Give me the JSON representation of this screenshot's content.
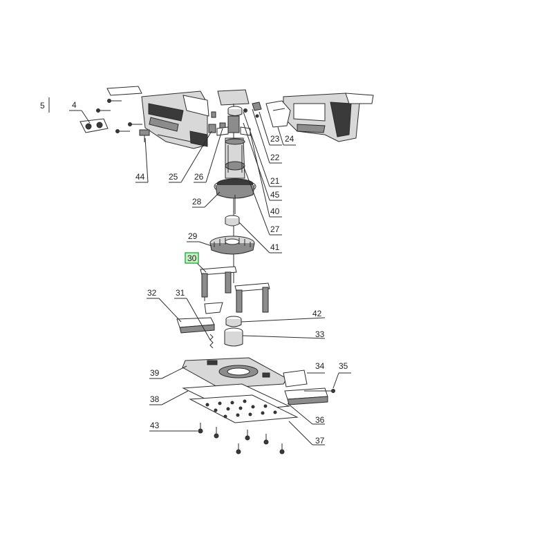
{
  "diagram": {
    "highlight_color": "#2db34a",
    "highlight_fill": "#c9f0c2",
    "line_color": "#2a2a2a",
    "section_number": "5",
    "labels": {
      "p4": "4",
      "p44": "44",
      "p25": "25",
      "p26": "26",
      "p23": "23",
      "p24": "24",
      "p22": "22",
      "p21": "21",
      "p45": "45",
      "p40": "40",
      "p27": "27",
      "p28": "28",
      "p41": "41",
      "p29": "29",
      "p30": "30",
      "p32": "32",
      "p31": "31",
      "p42": "42",
      "p33": "33",
      "p39": "39",
      "p34": "34",
      "p35": "35",
      "p38": "38",
      "p36": "36",
      "p43": "43",
      "p37": "37"
    },
    "highlighted_part": "30"
  }
}
